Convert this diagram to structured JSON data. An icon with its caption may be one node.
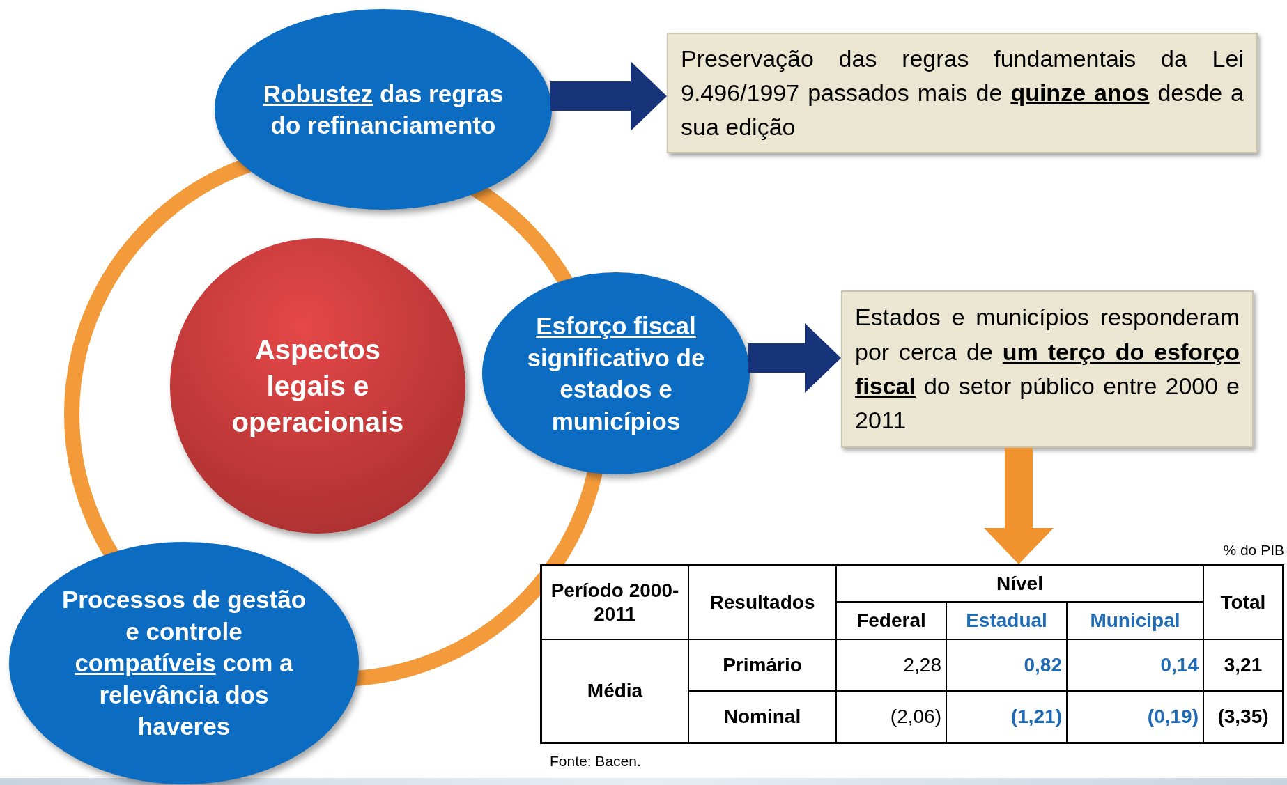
{
  "diagram": {
    "nodes": [
      {
        "text": [
          "*Robustez* das regras do refinanciamento"
        ]
      },
      {
        "text": [
          "Preservação das regras fundamentais da Lei 9.496/1997 passados mais de **quinze anos** desde a sua edição"
        ]
      },
      {
        "text": [
          "Aspectos legais e operacionais"
        ]
      },
      {
        "text": [
          "*Esforço fiscal* significativo de estados e municípios"
        ]
      },
      {
        "text": [
          "Estados e municípios responderam por cerca de **um terço do esforço fiscal** do setor público entre 2000 e 2011"
        ]
      },
      {
        "text": [
          "Processos de gestão e controle *compatíveis* com a relevância dos haveres"
        ]
      },
      {
        "text": [
          "Período 2000-2011",
          "Resultados",
          "Nível",
          "Total",
          "Federal",
          "Estadual",
          "Municipal",
          "Média",
          "Primário",
          "2,28",
          "0,82",
          "0,14",
          "3,21",
          "Nominal",
          "(2,06)",
          "(1,21)",
          "(0,19)",
          "(3,35)"
        ],
        "beside": [
          "% do PIB",
          "Fonte: Bacen."
        ]
      }
    ],
    "edges": [
      {
        "from": 0,
        "to": 1,
        "arrow": "to",
        "style": "thick"
      },
      {
        "from": 3,
        "to": 4,
        "arrow": "to",
        "style": "thick"
      },
      {
        "from": 4,
        "to": 6,
        "arrow": "to",
        "style": "thick",
        "color": "#f0922e"
      }
    ]
  }
}
